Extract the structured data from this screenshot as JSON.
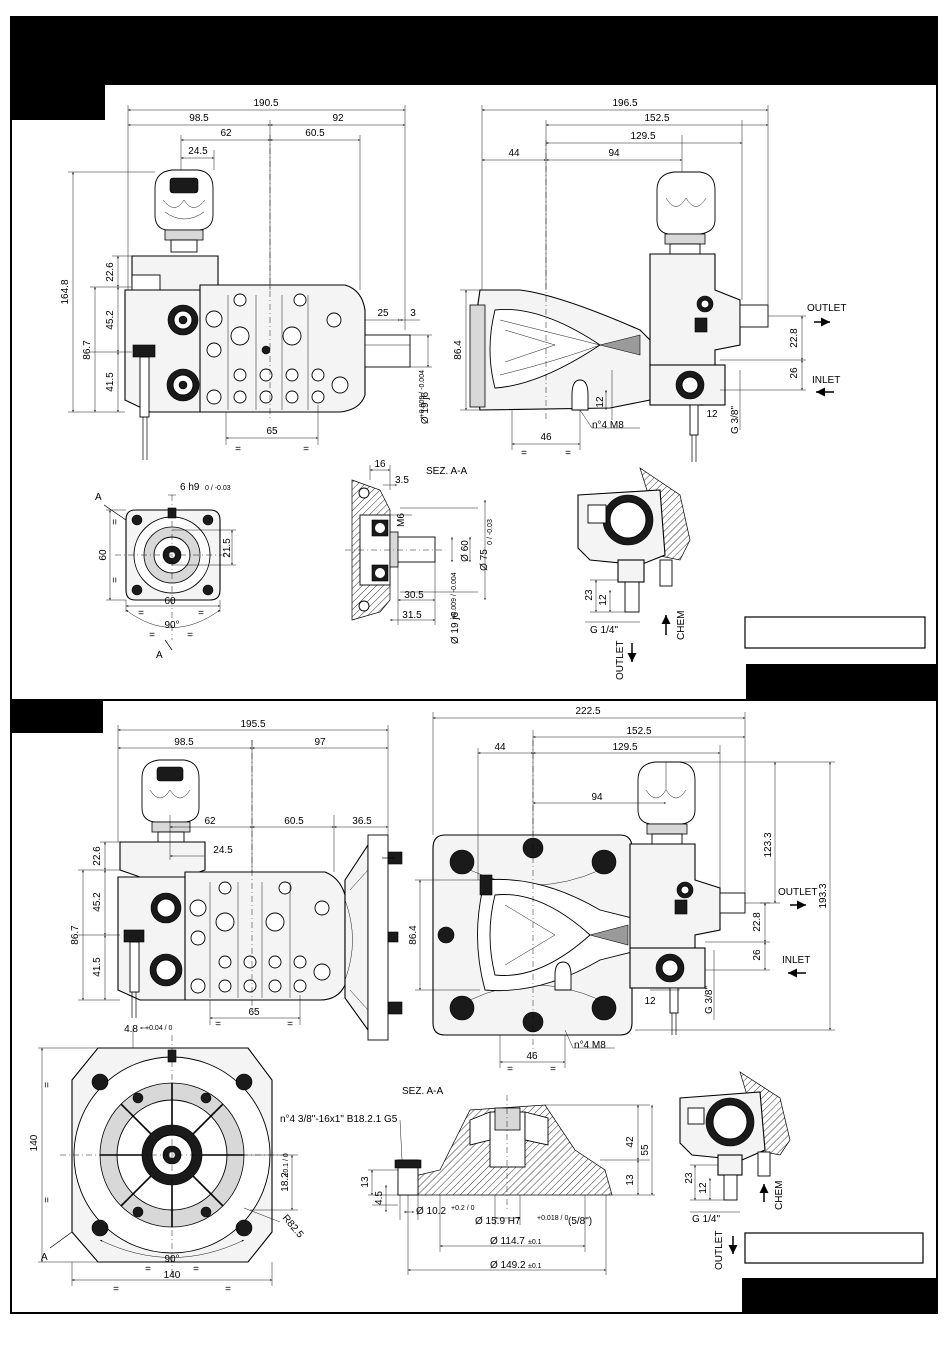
{
  "sections": [
    {
      "top_view_dims": {
        "overall": "190.5",
        "left": "98.5",
        "right": "92",
        "d62": "62",
        "d60_5": "60.5",
        "d24_5": "24.5",
        "d25": "25",
        "d3": "3",
        "d65": "65",
        "eq": "="
      },
      "height_dims": {
        "total": "164.8",
        "d22_6": "22.6",
        "d45_2": "45.2",
        "d86_7": "86.7",
        "d41_5": "41.5"
      },
      "shaft": {
        "label": "Ø 19 j6",
        "tol": "+0.009 / -0.004"
      },
      "side_view_dims": {
        "overall": "196.5",
        "d152_5": "152.5",
        "d129_5": "129.5",
        "d44": "44",
        "d94": "94",
        "d86_4": "86.4",
        "d22_8": "22.8",
        "d26": "26",
        "d12a": "12",
        "d12b": "12",
        "d46": "46",
        "bolt": "n°4 M8",
        "thread": "G 3/8\"",
        "eq": "="
      },
      "ports": {
        "outlet": "OUTLET",
        "inlet": "INLET",
        "chem": "CHEM",
        "g14": "G 1/4\"",
        "d23": "23",
        "d12": "12"
      },
      "flange_front": {
        "key": "6 h9",
        "key_tol": "0 / -0.03",
        "d60v": "60",
        "d21_5": "21.5",
        "d60h": "60",
        "angle": "90°",
        "sec": "A",
        "eq": "="
      },
      "section_view": {
        "title": "SEZ. A-A",
        "d16": "16",
        "d3_5": "3.5",
        "m6": "M6",
        "d60": "Ø 60",
        "d75": "Ø 75",
        "d75_tol": "0 / -0.03",
        "d30_5": "30.5",
        "d31_5": "31.5",
        "shaft": "Ø 19 j6",
        "shaft_tol": "+0.009 / -0.004"
      }
    },
    {
      "top_view_dims": {
        "overall": "195.5",
        "left": "98.5",
        "right": "97",
        "d62": "62",
        "d60_5": "60.5",
        "d36_5": "36.5",
        "d24_5": "24.5",
        "d65": "65",
        "eq": "="
      },
      "height_dims": {
        "d22_6": "22.6",
        "d45_2": "45.2",
        "d86_7": "86.7",
        "d41_5": "41.5"
      },
      "side_view_dims": {
        "overall": "222.5",
        "d152_5": "152.5",
        "d129_5": "129.5",
        "d44": "44",
        "d94": "94",
        "d86_4": "86.4",
        "d123_3": "123.3",
        "d193_3": "193.3",
        "d22_8": "22.8",
        "d26": "26",
        "d12": "12",
        "d46": "46",
        "bolt": "n°4 M8",
        "thread": "G 3/8\"",
        "eq": "="
      },
      "ports": {
        "outlet": "OUTLET",
        "inlet": "INLET",
        "chem": "CHEM",
        "g14": "G 1/4\"",
        "d23": "23",
        "d12": "12"
      },
      "flange_front": {
        "d4_8": "4.8",
        "d4_8_tol": "+0.04 / 0",
        "d140v": "140",
        "d140h": "140",
        "d18_2": "18.2",
        "d18_2_tol": "+0.1 / 0",
        "r82_5": "R82.5",
        "angle": "90°",
        "sec": "A",
        "eq": "="
      },
      "section_view": {
        "title": "SEZ. A-A",
        "thread": "n°4 3/8\"-16x1\" B18.2.1 G5",
        "d42": "42",
        "d55": "55",
        "d13a": "13",
        "d13b": "13",
        "d4_5": "4.5",
        "d10_2": "Ø 10.2",
        "d10_2_tol": "+0.2 / 0",
        "d15_9": "Ø 15.9 H7",
        "d15_9_tol": "+0.018 / 0",
        "d15_9_inch": "(5/8\")",
        "d114_7": "Ø 114.7",
        "d114_7_tol": "±0.1",
        "d149_2": "Ø 149.2",
        "d149_2_tol": "±0.1"
      }
    }
  ]
}
